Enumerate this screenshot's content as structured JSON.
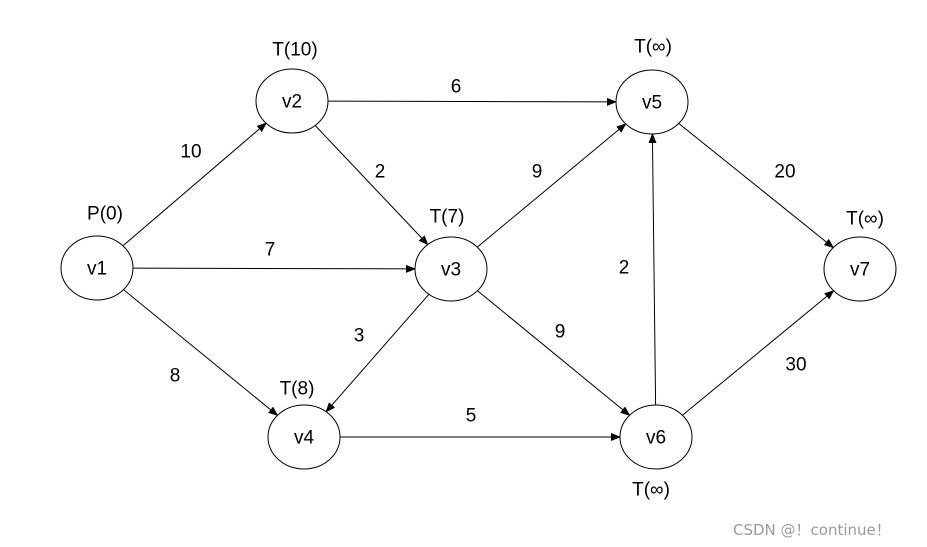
{
  "graph": {
    "nodes": [
      {
        "id": "v1",
        "label": "v1",
        "tag": "P(0)",
        "tag_color": "#e5312b"
      },
      {
        "id": "v2",
        "label": "v2",
        "tag": "T(10)",
        "tag_color": "#000000"
      },
      {
        "id": "v3",
        "label": "v3",
        "tag": "T(7)",
        "tag_color": "#000000"
      },
      {
        "id": "v4",
        "label": "v4",
        "tag": "T(8)",
        "tag_color": "#000000"
      },
      {
        "id": "v5",
        "label": "v5",
        "tag": "T(∞)",
        "tag_color": "#000000"
      },
      {
        "id": "v6",
        "label": "v6",
        "tag": "T(∞)",
        "tag_color": "#000000"
      },
      {
        "id": "v7",
        "label": "v7",
        "tag": "T(∞)",
        "tag_color": "#000000"
      }
    ],
    "edges": [
      {
        "from": "v1",
        "to": "v2",
        "weight": "10"
      },
      {
        "from": "v1",
        "to": "v3",
        "weight": "7"
      },
      {
        "from": "v1",
        "to": "v4",
        "weight": "8"
      },
      {
        "from": "v2",
        "to": "v5",
        "weight": "6"
      },
      {
        "from": "v2",
        "to": "v3",
        "weight": "2"
      },
      {
        "from": "v3",
        "to": "v5",
        "weight": "9"
      },
      {
        "from": "v3",
        "to": "v4",
        "weight": "3"
      },
      {
        "from": "v3",
        "to": "v6",
        "weight": "9"
      },
      {
        "from": "v4",
        "to": "v6",
        "weight": "5"
      },
      {
        "from": "v6",
        "to": "v5",
        "weight": "2"
      },
      {
        "from": "v5",
        "to": "v7",
        "weight": "20"
      },
      {
        "from": "v6",
        "to": "v7",
        "weight": "30"
      }
    ]
  },
  "watermark": "CSDN @！continue！"
}
